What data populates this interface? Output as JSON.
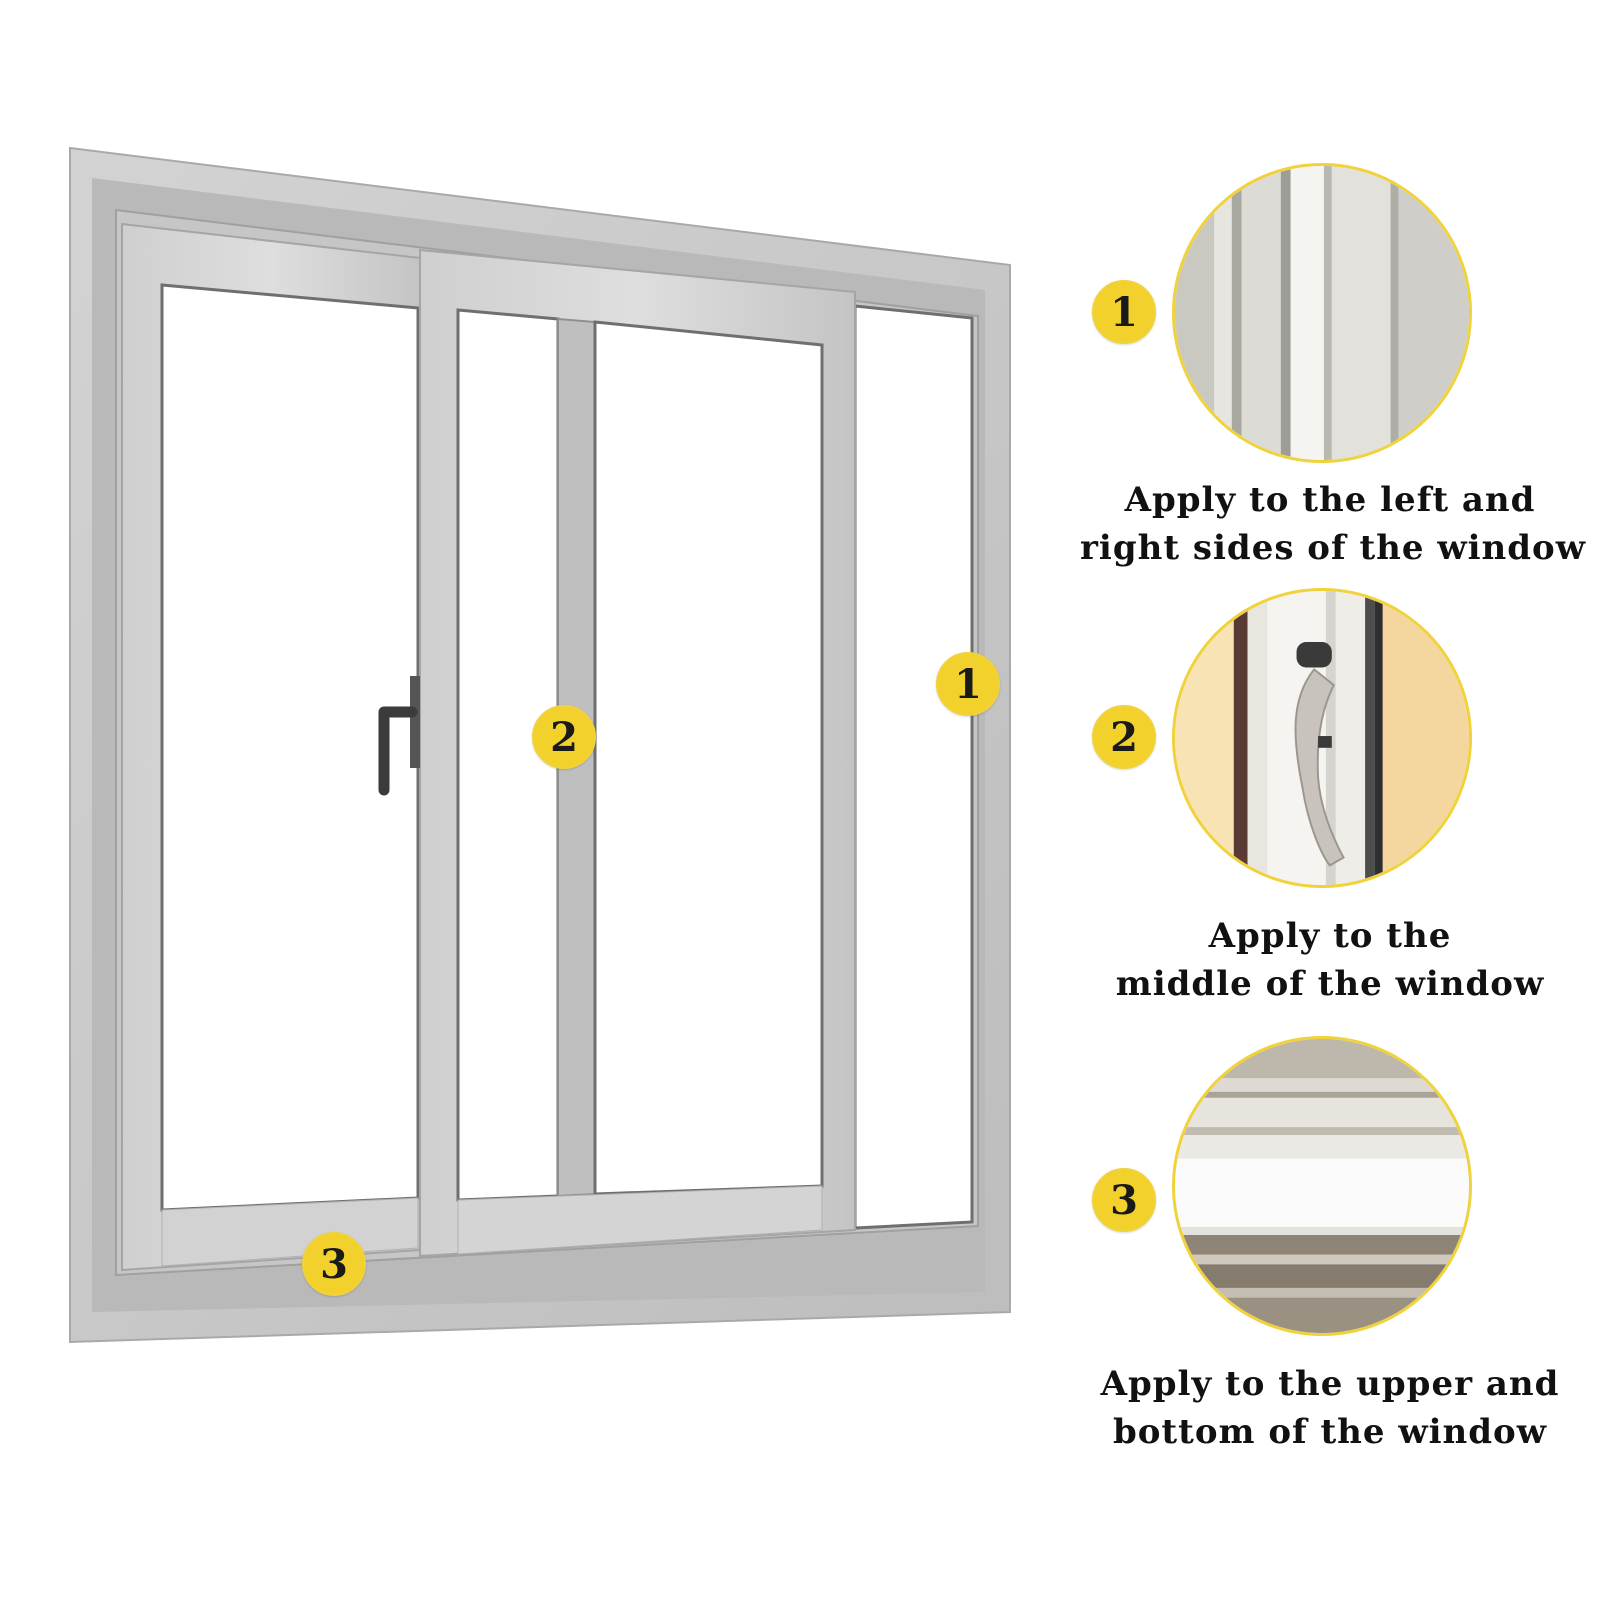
{
  "colors": {
    "badge_fill": "#f3d12c",
    "badge_border": "#f0d23a",
    "frame": "#c9c9c9",
    "frame_dark": "#9c9c9c",
    "handle": "#3b3b3b"
  },
  "window_diagram": {
    "markers": [
      {
        "label": "1",
        "meaning": "left-right-sides"
      },
      {
        "label": "2",
        "meaning": "middle"
      },
      {
        "label": "3",
        "meaning": "upper-bottom"
      }
    ]
  },
  "details": [
    {
      "badge": "1",
      "image": "weatherstrip-vertical-icon",
      "caption_lines": [
        "Apply to the left and",
        "right sides of the window"
      ]
    },
    {
      "badge": "2",
      "image": "window-handle-icon",
      "caption_lines": [
        "Apply to the",
        "middle of the window"
      ]
    },
    {
      "badge": "3",
      "image": "weatherstrip-horizontal-icon",
      "caption_lines": [
        "Apply to the upper and",
        "bottom of the window"
      ]
    }
  ]
}
